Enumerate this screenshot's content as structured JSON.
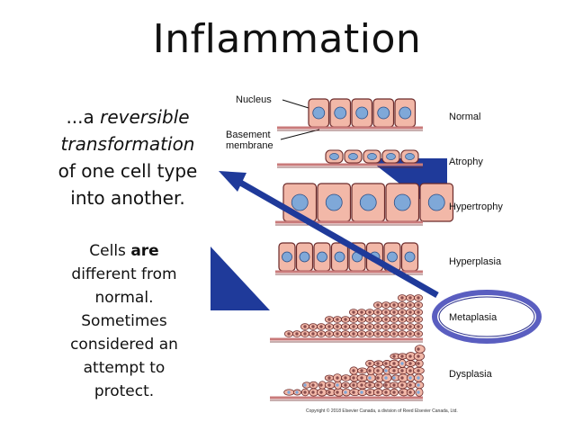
{
  "title": "Inflammation",
  "lead": {
    "prefix": "...a ",
    "italic1": "reversible",
    "italic2": "transformation",
    "line3": "of one cell type",
    "line4": "into another."
  },
  "note": {
    "w1": "Cells ",
    "bold": "are",
    "rest1": "different from",
    "rest2": "normal.",
    "rest3": "Sometimes",
    "rest4": "considered an",
    "rest5": "attempt to",
    "rest6": "protect."
  },
  "callouts": {
    "nucleus": "Nucleus",
    "basement1": "Basement",
    "basement2": "membrane"
  },
  "stages": [
    "Normal",
    "Atrophy",
    "Hypertrophy",
    "Hyperplasia",
    "Metaplasia",
    "Dysplasia"
  ],
  "copyright": "Copyright © 2018 Elsevier Canada, a division of Reed Elsevier Canada, Ltd.",
  "colors": {
    "arrow": "#1f3a9a",
    "ring": "#5a5ec0",
    "cell": "#f2b8a8",
    "cellEdge": "#6b2a2a",
    "nucleus": "#7fa8d8",
    "membrane": "#c97a7a"
  }
}
